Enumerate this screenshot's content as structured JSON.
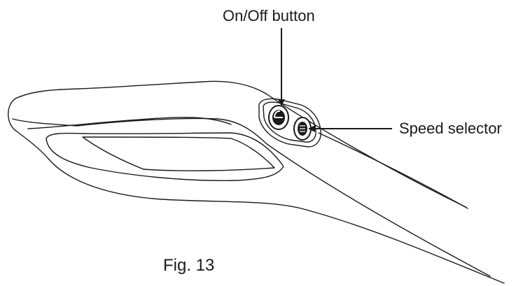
{
  "labels": {
    "on_off": "On/Off button",
    "speed": "Speed selector"
  },
  "caption": "Fig. 13",
  "colors": {
    "line": "#1a1a1a",
    "background": "#ffffff"
  }
}
